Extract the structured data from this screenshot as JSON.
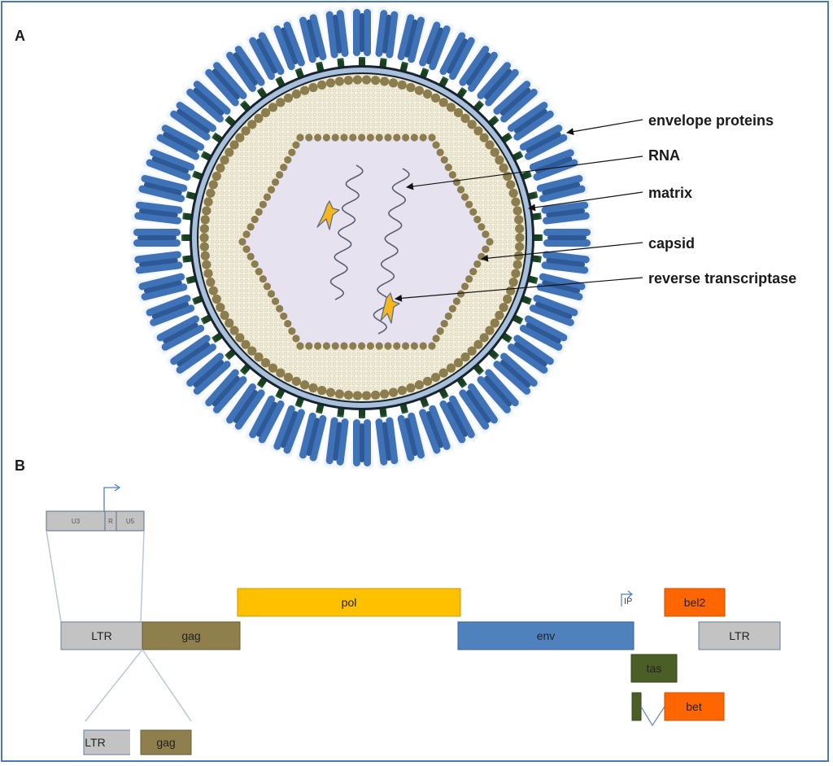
{
  "panels": {
    "a": "A",
    "b": "B"
  },
  "labels": {
    "envelope": "envelope proteins",
    "rna": "RNA",
    "matrix": "matrix",
    "capsid": "capsid",
    "rt": "reverse transcriptase"
  },
  "genome": {
    "ltr_left": "LTR",
    "gag": "gag",
    "pol": "pol",
    "env": "env",
    "bel2": "bel2",
    "ltr_right": "LTR",
    "tas": "tas",
    "bet": "bet",
    "ip": "IP",
    "u3": "U3",
    "r": "R",
    "u5": "U5",
    "ltr_bottom": "LTR",
    "gag_bottom": "gag"
  },
  "colors": {
    "spike": "#3f72b6",
    "spike_stalk": "#16401f",
    "membrane": "#a9c0dc",
    "matrix": "#f1ecd9",
    "bead": "#8c7d4f",
    "capsid_interior": "#e7e2ef",
    "ltr": "#c3c3c3",
    "gag": "#8e7f4d",
    "pol": "#ffc000",
    "env": "#4f81bd",
    "orange": "#ff6600",
    "tas": "#4a5e26",
    "rt": "#f7b71c"
  }
}
